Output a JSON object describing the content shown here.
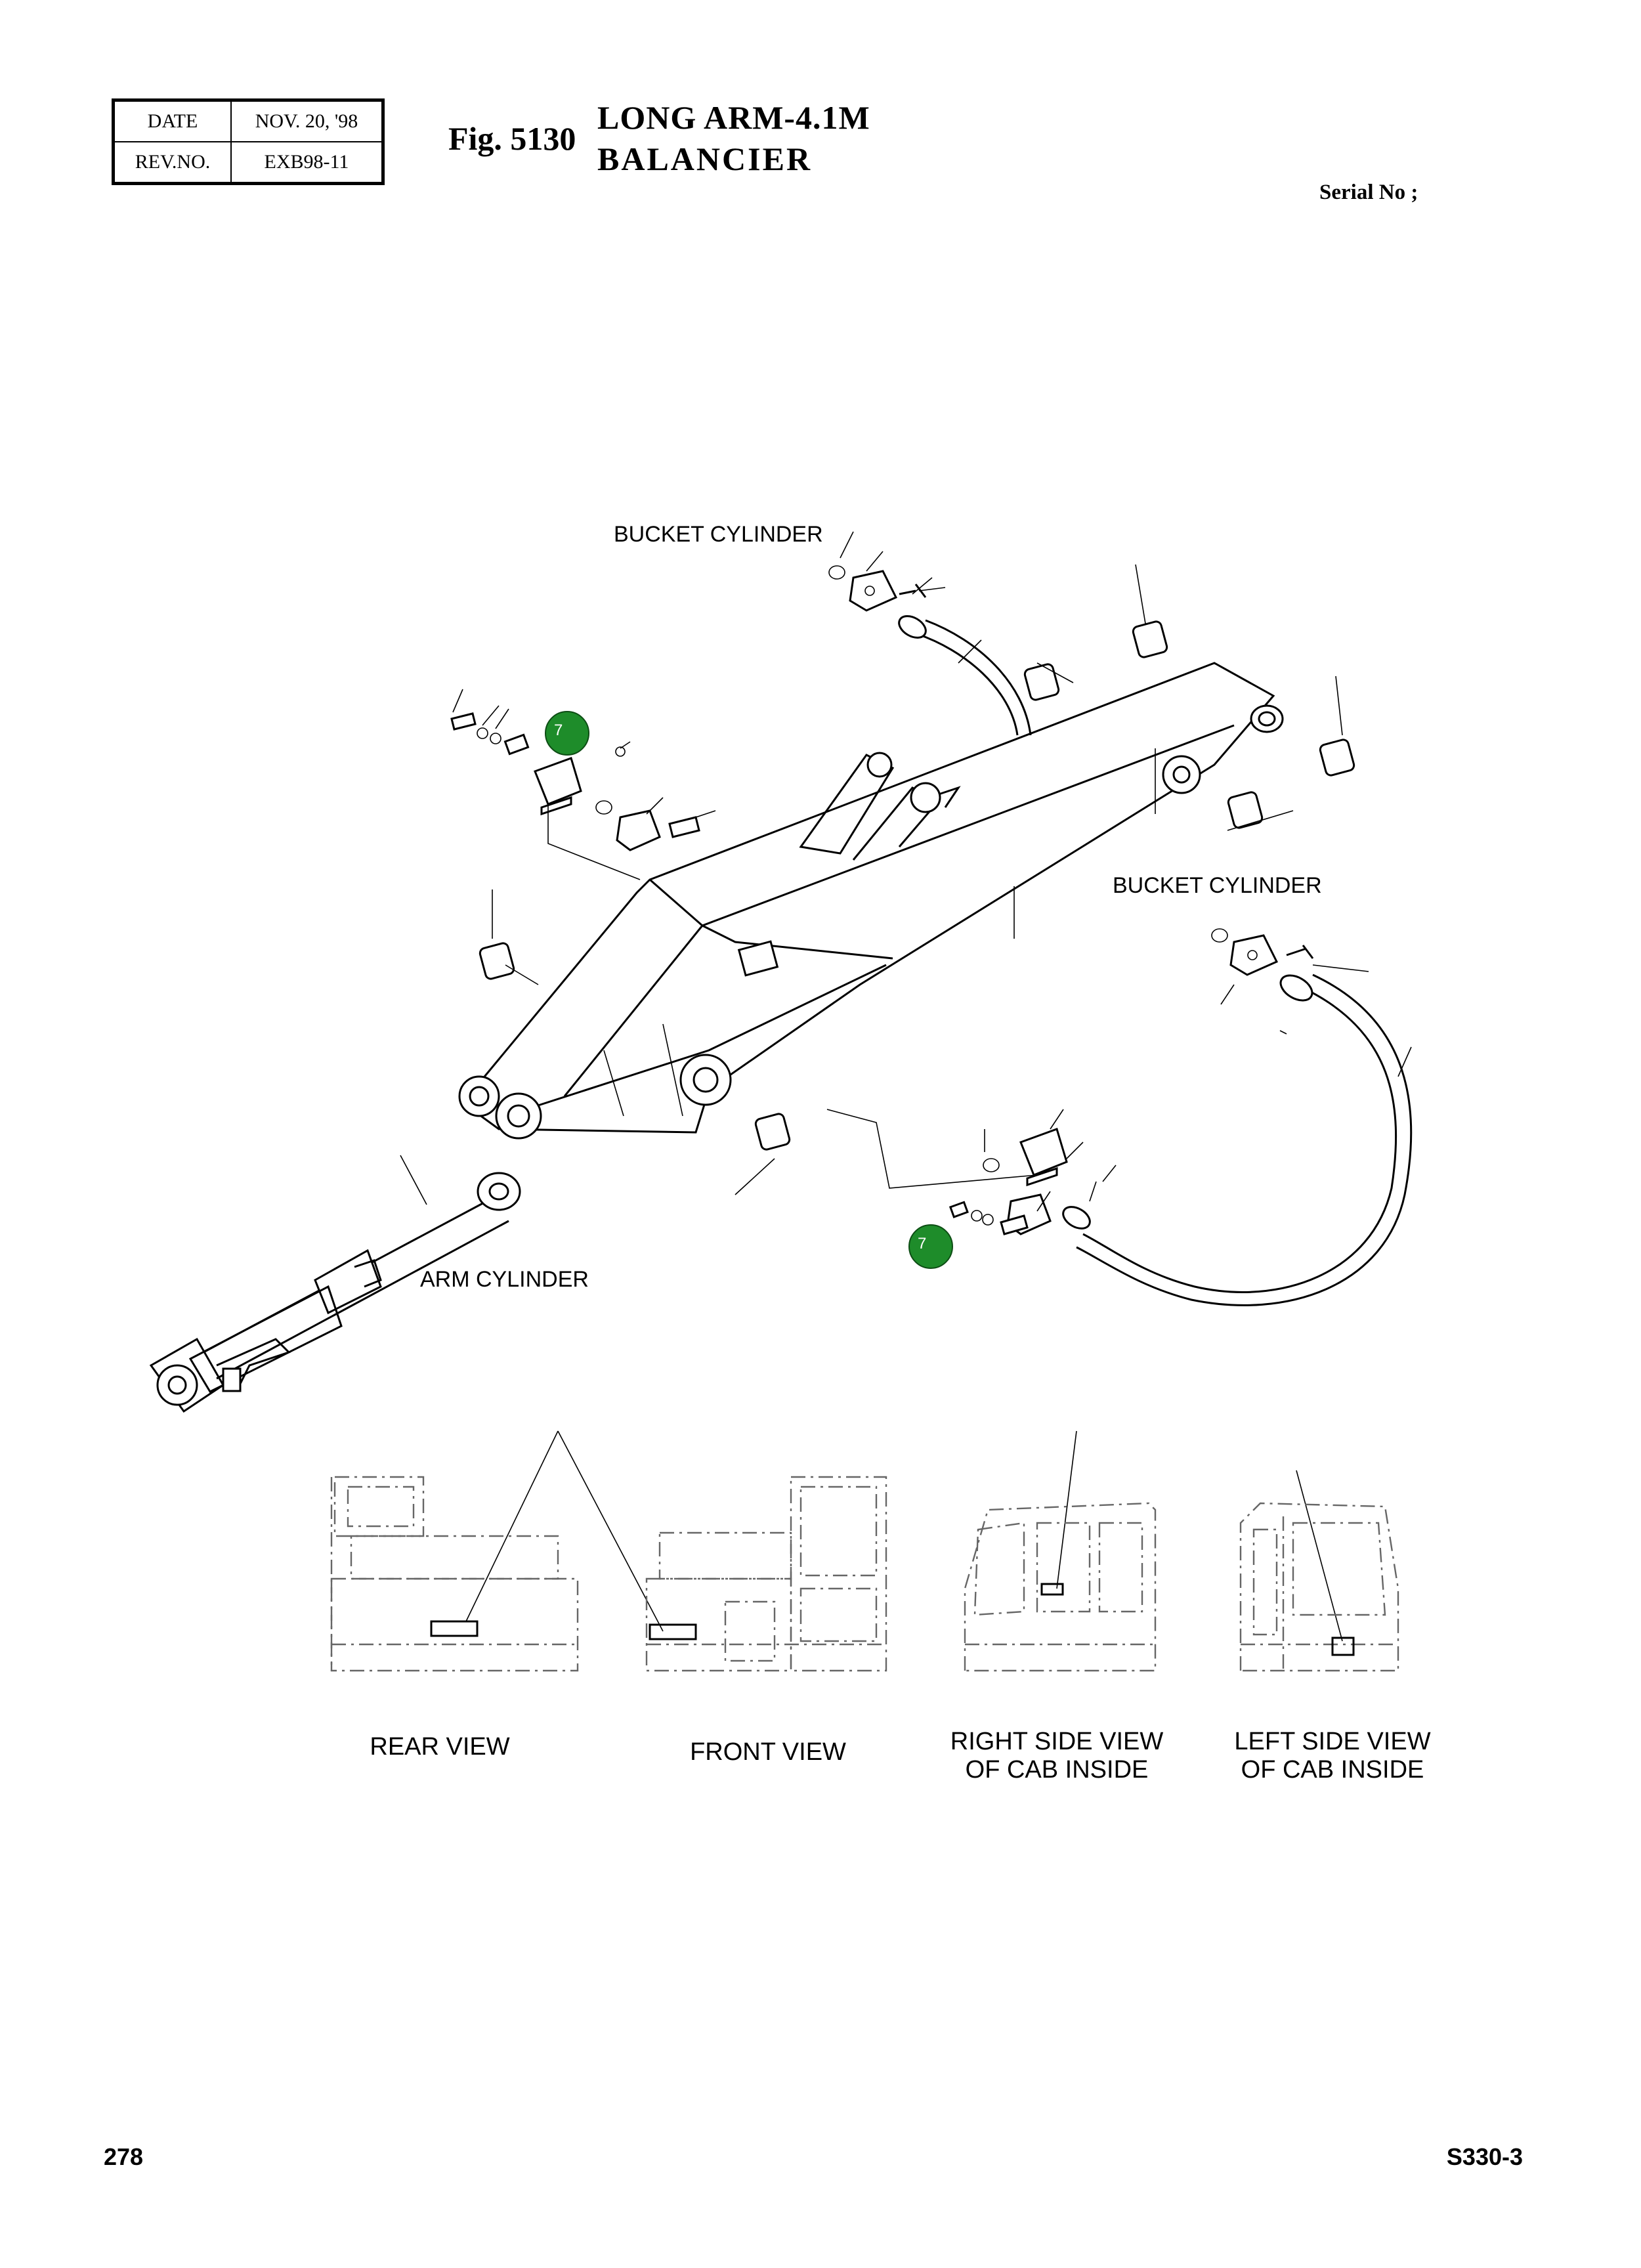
{
  "revision_block": {
    "date_label": "DATE",
    "date_value": "NOV. 20, '98",
    "rev_label": "REV.NO.",
    "rev_value": "EXB98-11"
  },
  "figure": {
    "number": "Fig. 5130",
    "title_en": "LONG ARM-4.1M",
    "title_fr": "BALANCIER"
  },
  "serial_label": "Serial No ;",
  "diagram_labels": {
    "bucket_cylinder_top": "BUCKET CYLINDER",
    "bucket_cylinder_right": "BUCKET CYLINDER",
    "arm_cylinder": "ARM CYLINDER"
  },
  "callouts": [
    {
      "number": "7",
      "color": "#1e8c2a"
    },
    {
      "number": "7",
      "color": "#1e8c2a"
    }
  ],
  "views": [
    {
      "line1": "REAR VIEW",
      "line2": ""
    },
    {
      "line1": "FRONT VIEW",
      "line2": ""
    },
    {
      "line1": "RIGHT SIDE VIEW",
      "line2": "OF CAB INSIDE"
    },
    {
      "line1": "LEFT SIDE VIEW",
      "line2": "OF CAB INSIDE"
    }
  ],
  "footer": {
    "page_number": "278",
    "model": "S330-3"
  }
}
